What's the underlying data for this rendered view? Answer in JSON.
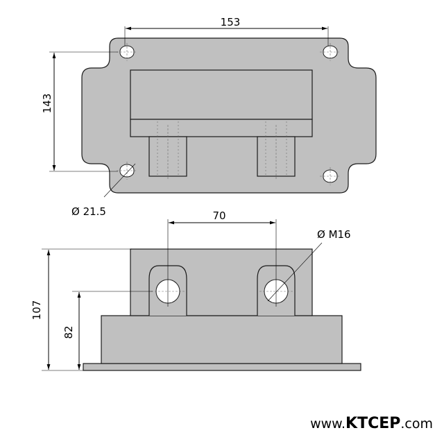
{
  "top_view": {
    "width_label": "153",
    "height_label": "143",
    "hole_label": "Ø 21.5"
  },
  "side_view": {
    "spacing_label": "70",
    "thread_label": "Ø M16",
    "total_height_label": "107",
    "axis_height_label": "82"
  },
  "watermark": {
    "prefix": "www.",
    "brand": "KTCEP",
    "suffix": ".com"
  },
  "colors": {
    "part_fill": "#c0c0c0",
    "outline": "#1a1a1a"
  }
}
